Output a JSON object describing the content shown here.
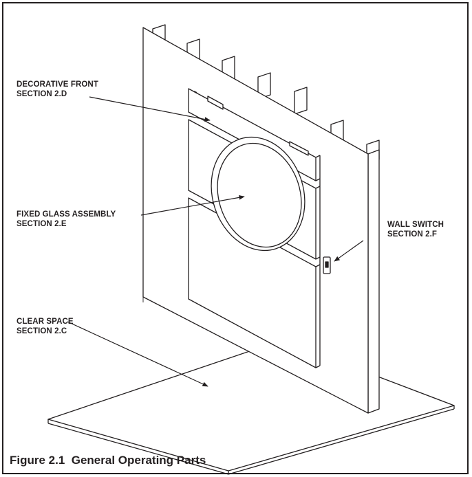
{
  "figure": {
    "caption": "Figure 2.1  General Operating Parts"
  },
  "callouts": {
    "decorative_front": {
      "line1": "DECORATIVE FRONT",
      "line2": "SECTION 2.D"
    },
    "fixed_glass": {
      "line1": "FIXED GLASS ASSEMBLY",
      "line2": "SECTION 2.E"
    },
    "wall_switch": {
      "line1": "WALL SWITCH",
      "line2": "SECTION 2.F"
    },
    "clear_space": {
      "line1": "CLEAR SPACE",
      "line2": "SECTION 2.C"
    }
  },
  "colors": {
    "line": "#231f20",
    "fill": "#ffffff"
  }
}
